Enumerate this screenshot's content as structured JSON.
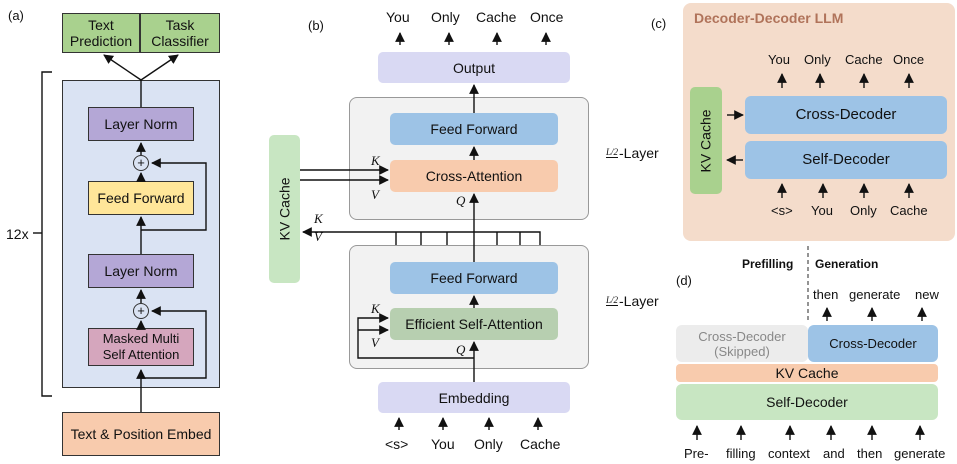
{
  "panel_a": {
    "label": "(a)",
    "text_prediction": "Text\nPrediction",
    "task_classifier": "Task\nClassifier",
    "layer_norm_top": "Layer Norm",
    "add_top": "+",
    "feed_forward": "Feed Forward",
    "layer_norm_mid": "Layer Norm",
    "add_bottom": "+",
    "masked_attention": "Masked Multi\nSelf Attention",
    "repeat": "12x",
    "embed": "Text & Position Embed"
  },
  "panel_b": {
    "label": "(b)",
    "outputs": [
      "You",
      "Only",
      "Cache",
      "Once"
    ],
    "output": "Output",
    "feed_forward_top": "Feed Forward",
    "cross_attention": "Cross-Attention",
    "kv_cache": "KV Cache",
    "k_top": "K",
    "v_top": "V",
    "q_top": "Q",
    "k_mid": "K",
    "v_mid": "V",
    "layer_count_top": "-Layer",
    "layer_frac_top": "L/2",
    "feed_forward_bottom": "Feed Forward",
    "efficient_attention": "Efficient Self-Attention",
    "k_bottom": "K",
    "v_bottom": "V",
    "q_bottom": "Q",
    "layer_count_bottom": "-Layer",
    "layer_frac_bottom": "L/2",
    "embedding": "Embedding",
    "inputs": [
      "<s>",
      "You",
      "Only",
      "Cache"
    ]
  },
  "panel_c": {
    "label": "(c)",
    "title": "Decoder-Decoder LLM",
    "outputs": [
      "You",
      "Only",
      "Cache",
      "Once"
    ],
    "kv_cache": "KV Cache",
    "cross_decoder": "Cross-Decoder",
    "self_decoder": "Self-Decoder",
    "inputs": [
      "<s>",
      "You",
      "Only",
      "Cache"
    ]
  },
  "panel_d": {
    "label": "(d)",
    "prefilling": "Prefilling",
    "generation": "Generation",
    "gen_outputs": [
      "then",
      "generate",
      "new"
    ],
    "cross_skipped": "Cross-Decoder\n(Skipped)",
    "cross_decoder": "Cross-Decoder",
    "kv_cache": "KV Cache",
    "self_decoder": "Self-Decoder",
    "inputs": [
      "Pre-",
      "filling",
      "context",
      "and",
      "then",
      "generate"
    ]
  },
  "colors": {
    "green": "#a9d18e",
    "green_light": "#c8e6c2",
    "blue_panel": "#dae3f3",
    "purple": "#b4a7d6",
    "yellow": "#ffe699",
    "pink": "#d5a6bd",
    "orange": "#f8cbad",
    "blue": "#9dc3e6",
    "lavender": "#d9d9f3",
    "gray_panel": "#f2f2f2",
    "sage": "#b7cfb0",
    "peach_panel": "#f4dccb",
    "title_brown": "#b0735a"
  }
}
